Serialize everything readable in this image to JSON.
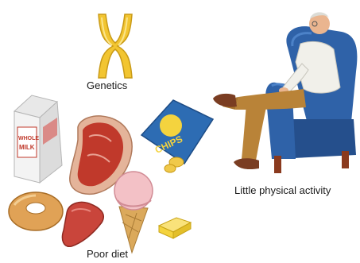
{
  "labels": {
    "genetics": "Genetics",
    "activity": "Little physical activity",
    "diet": "Poor diet"
  },
  "milk_carton": {
    "text_line1": "WHOLE",
    "text_line2": "MILK"
  },
  "chips_bag": {
    "text": "CHIPS"
  },
  "colors": {
    "chromosome": "#f2c531",
    "armchair": "#2f62a8",
    "shirt": "#f1f0ea",
    "trousers": "#b98338",
    "shoes": "#7a3d22",
    "skin": "#eab58f",
    "meat": "#c0392b",
    "donut": "#e0a256",
    "sausage": "#c9453b",
    "ice_cream": "#f3c1c6",
    "cone": "#dba95b",
    "chips_bag": "#2d6cb3",
    "butter": "#f4d33e",
    "text": "#1a1a1a"
  },
  "icons": [
    "chromosome-icon",
    "armchair-man-illustration",
    "milk-carton-icon",
    "steak-icon",
    "chips-bag-icon",
    "donut-icon",
    "sausage-icon",
    "ice-cream-cone-icon",
    "butter-icon"
  ]
}
